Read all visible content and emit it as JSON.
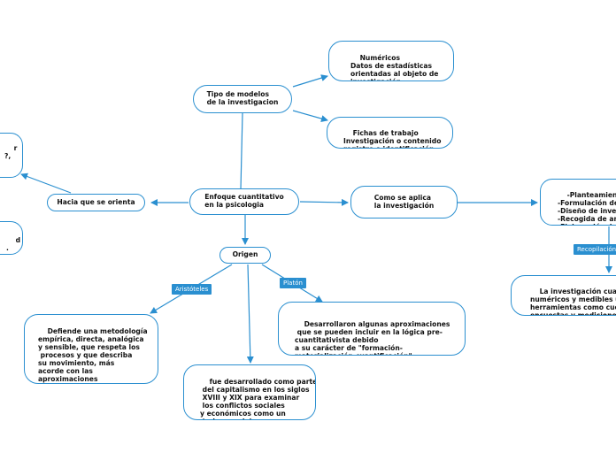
{
  "nodes": {
    "enfoque": "Enfoque cuantitativo\nen la psicologia",
    "tipo_modelos": "Tipo de modelos\nde la investigacion",
    "numericos": "Numéricos\nDatos de estadísticas\norientadas al objeto de\ninvestigación",
    "fichas": "Fichas de trabajo\nInvestigación o contenido\nregistro o identificación",
    "hacia": "Hacia que se orienta",
    "left_top": "r\n?,",
    "left_bottom": "d\n.",
    "como_aplica": "Como se aplica\nla investigación",
    "planteamiento": "-Planteamiento d\n-Formulación de\n-Diseño de invest\n-Recogida de aná\n-Elaboración de i",
    "inv_cuantitativa": "La investigación cuantita\nnuméricos y medibles ut\nherramientas como cues\nencuestas y mediciones.",
    "origen": "Origen",
    "aristoteles": "Defiende una metodología\nempírica, directa, analógica\ny sensible, que respeta los\n procesos y que describa\nsu movimiento, más\nacorde con las\naproximaciones\n de la perspectiva cualitativa.",
    "capitalismo": "fue desarrollado como parte\n del capitalismo en los siglos\n XVIII y XIX para examinar\n los conflictos sociales\ny económicos como un\n todo complejo.",
    "platon": "Desarrollaron algunas aproximaciones\n que se pueden incluir en la lógica pre-\ncuantitativista debido\na su carácter de \"formación-\nmaterialización-cuantificación\"."
  },
  "labels": {
    "aristoteles": "Aristóteles",
    "platon": "Platón",
    "recopilacion": "Recopilación d"
  },
  "colors": {
    "border": "#2a8fd0",
    "label_bg": "#2a8fd0",
    "text": "#111111"
  }
}
